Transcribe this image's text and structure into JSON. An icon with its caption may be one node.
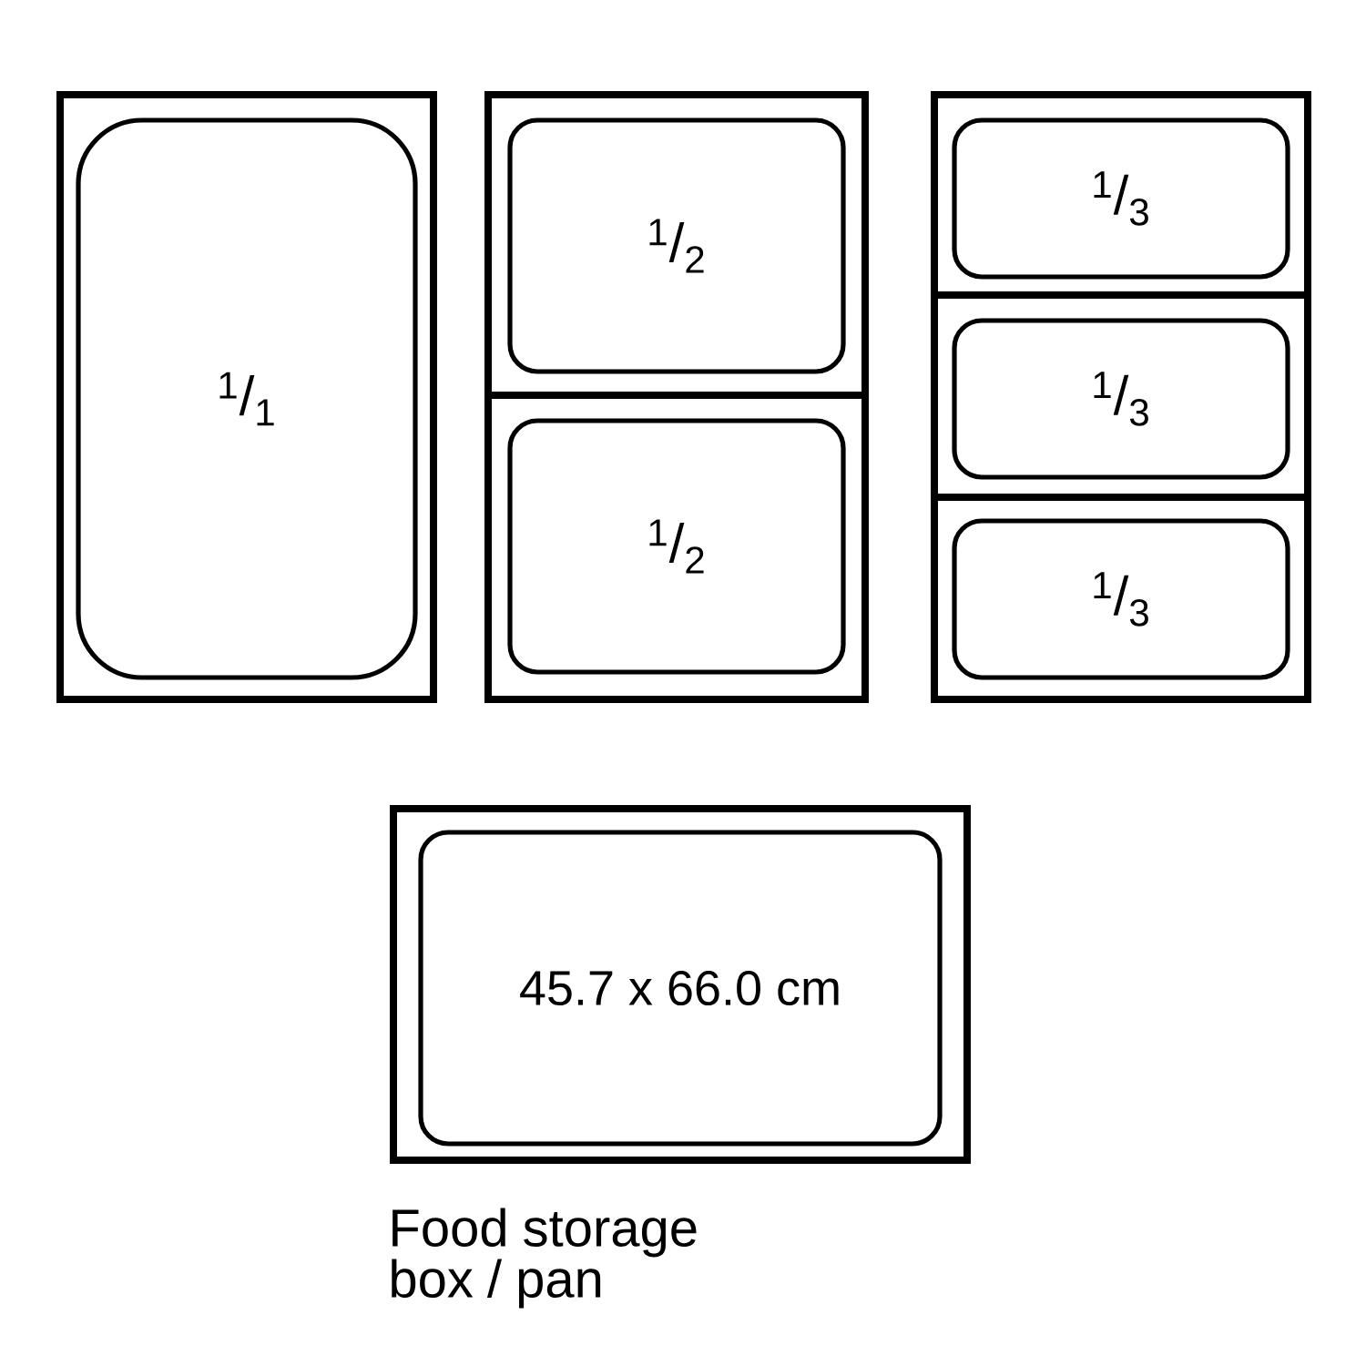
{
  "diagram": {
    "nodes": [
      {
        "text": [],
        "shape": "box"
      },
      {
        "text": [
          "$^{1}$/$_{1}$"
        ],
        "in": 0
      },
      {
        "text": [],
        "shape": "box"
      },
      {
        "text": [
          "$^{1}$/$_{2}$"
        ],
        "in": 2
      },
      {
        "text": [
          "$^{1}$/$_{2}$"
        ],
        "in": 2
      },
      {
        "text": [],
        "shape": "box"
      },
      {
        "text": [
          "$^{1}$/$_{3}$"
        ],
        "in": 5
      },
      {
        "text": [
          "$^{1}$/$_{3}$"
        ],
        "in": 5
      },
      {
        "text": [
          "$^{1}$/$_{3}$"
        ],
        "in": 5
      },
      {
        "text": [],
        "shape": "box"
      },
      {
        "text": [
          "45.7 x 66.0 cm"
        ],
        "in": 9
      }
    ],
    "labels": [
      "Food storage box / pan"
    ]
  }
}
